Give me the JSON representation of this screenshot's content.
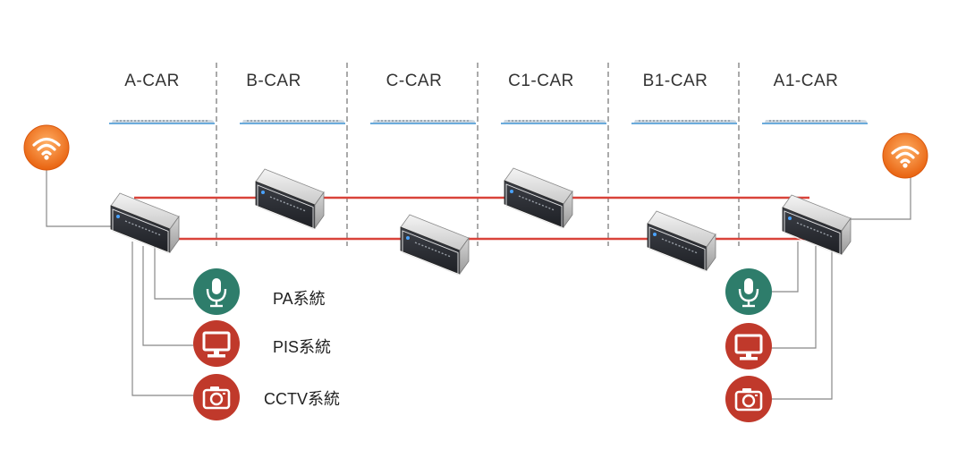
{
  "cars": [
    "A-CAR",
    "B-CAR",
    "C-CAR",
    "C1-CAR",
    "B1-CAR",
    "A1-CAR"
  ],
  "systems": [
    {
      "label": "PA系統",
      "icon": "microphone-icon",
      "color": "#2e7d6b"
    },
    {
      "label": "PIS系統",
      "icon": "monitor-icon",
      "color": "#c0392b"
    },
    {
      "label": "CCTV系統",
      "icon": "camera-icon",
      "color": "#c0392b"
    }
  ],
  "colors": {
    "ring_line": "#d9433a",
    "wifi_orange": "#f07a1a",
    "divider": "#555555",
    "train_blue": "#3a8fd1"
  }
}
